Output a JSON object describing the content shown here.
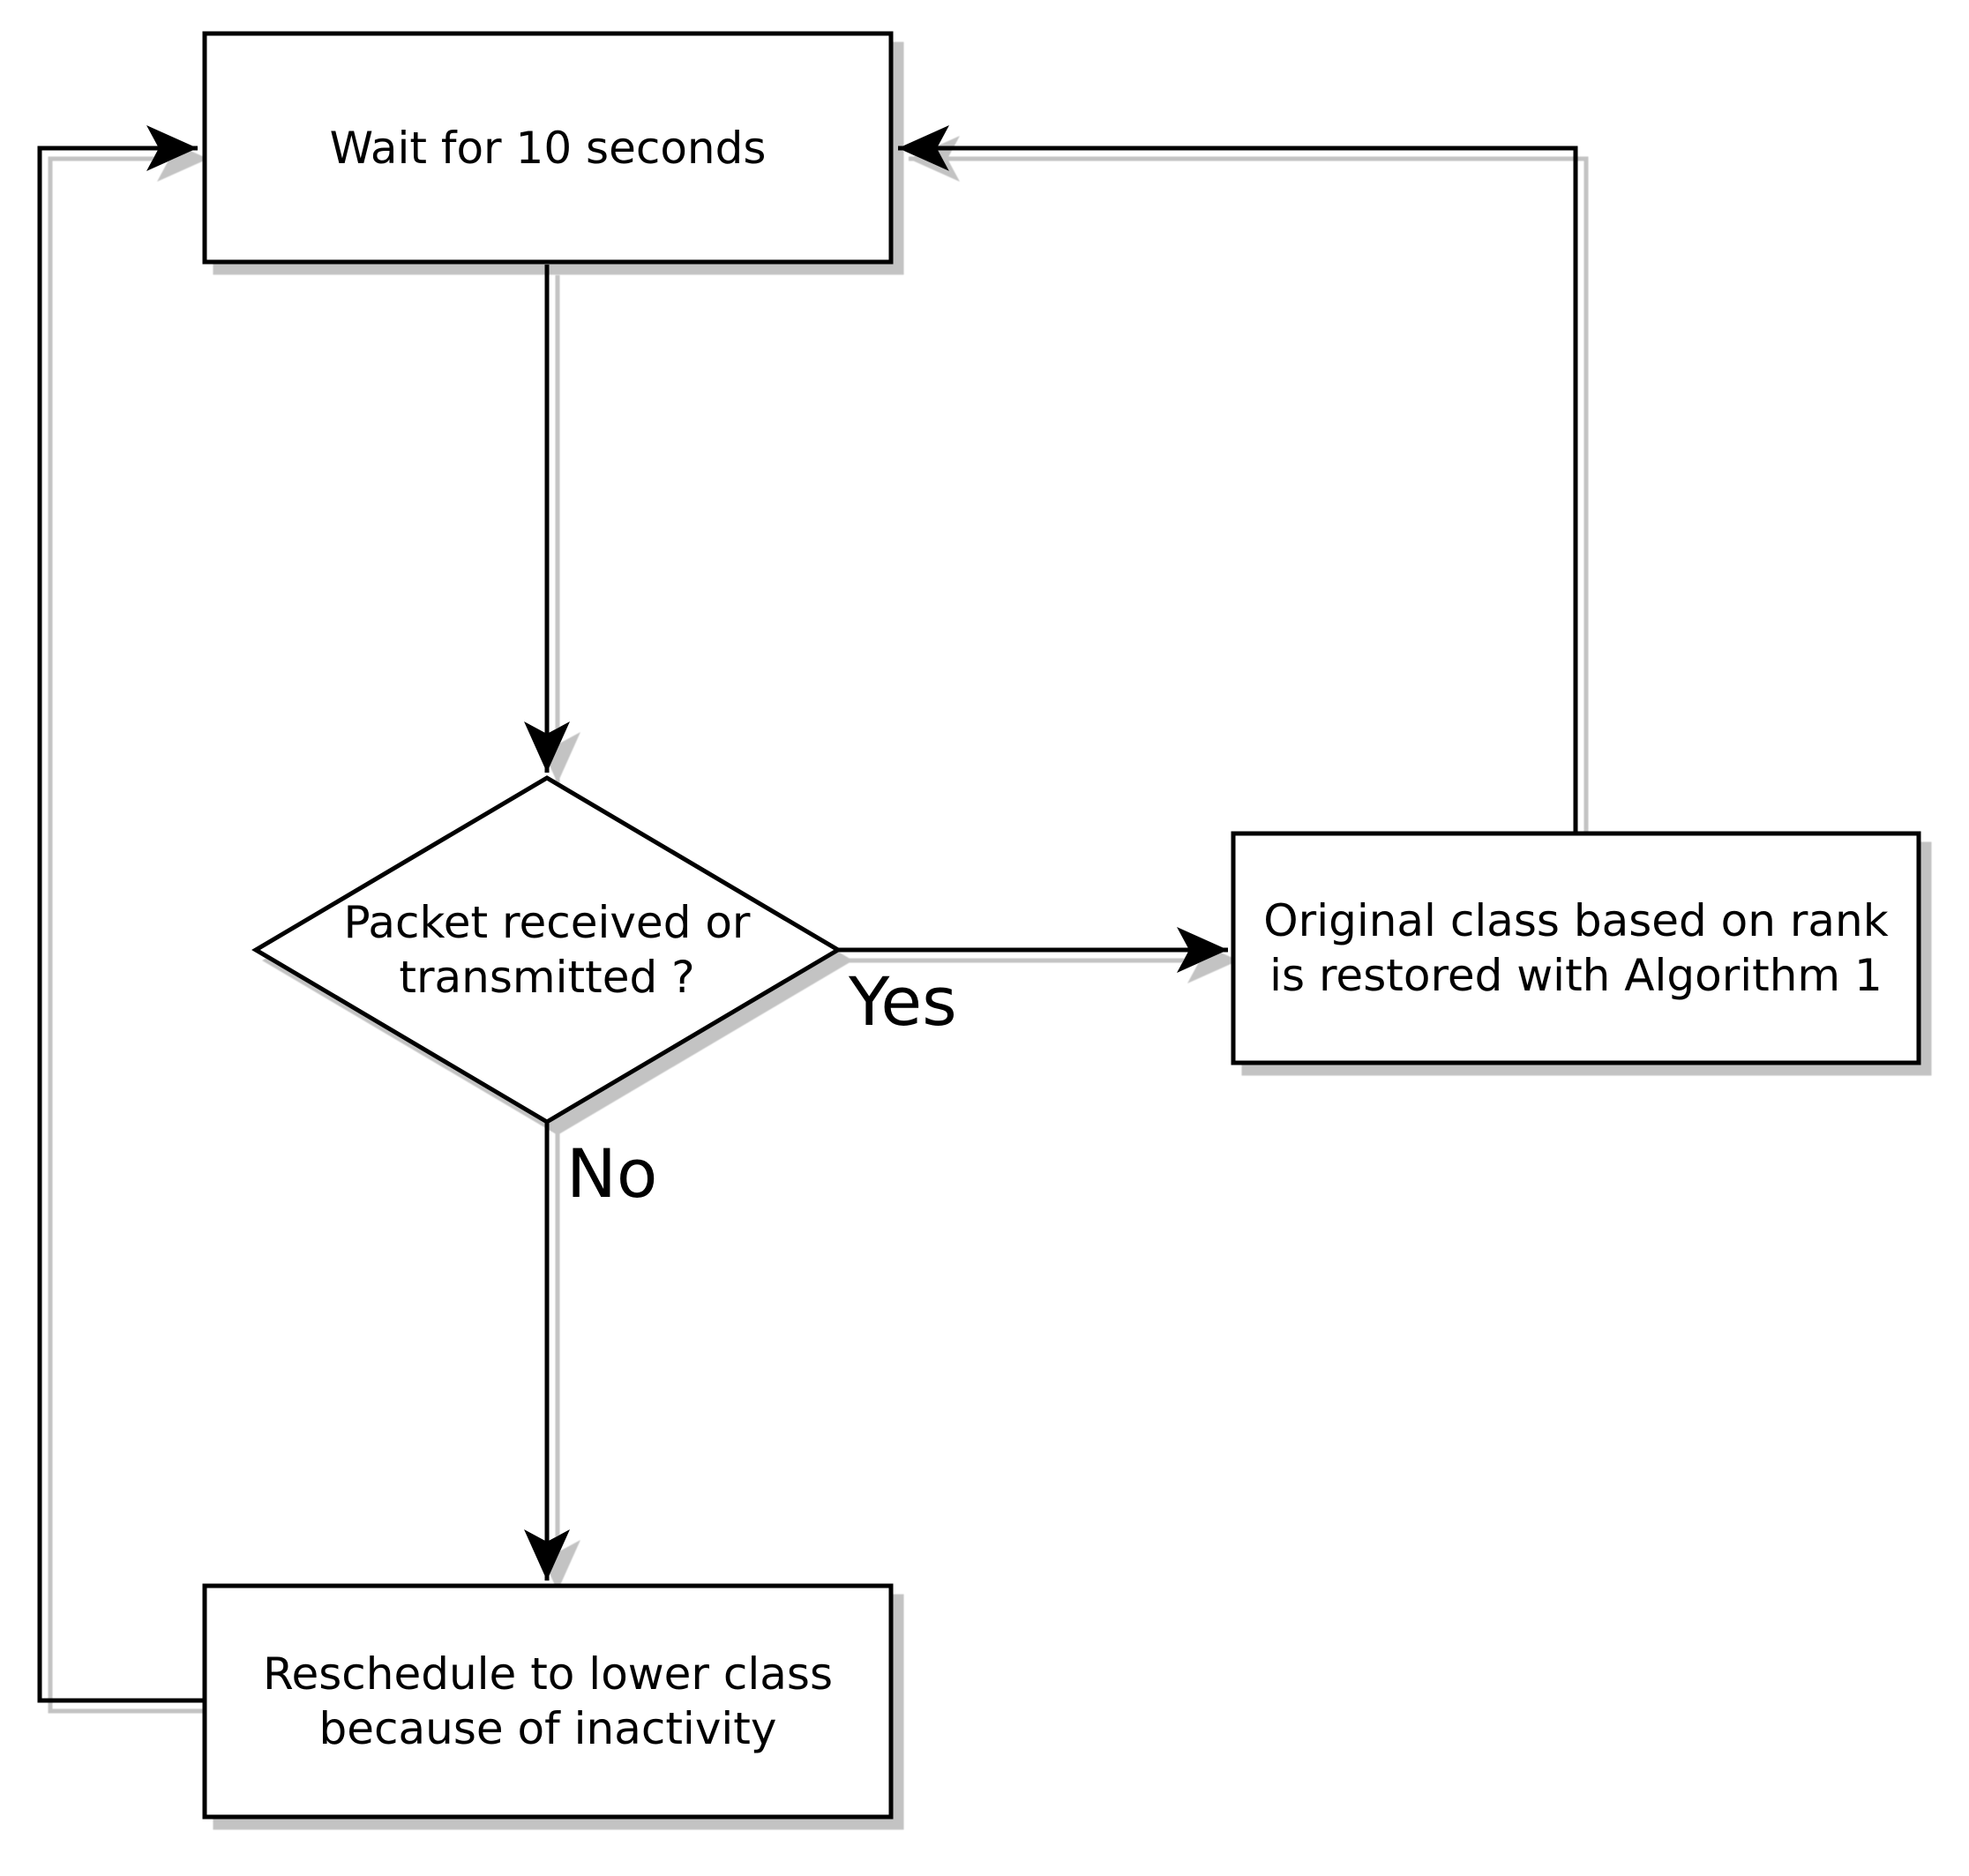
{
  "diagram": {
    "nodes": {
      "wait": {
        "lines": [
          "Wait for 10 seconds"
        ]
      },
      "decision": {
        "lines": [
          "Packet received or",
          "transmitted ?"
        ]
      },
      "restore": {
        "lines": [
          "Original class based on rank",
          "is restored with Algorithm 1"
        ]
      },
      "reschedule": {
        "lines": [
          "Reschedule to lower class",
          "because of inactivity"
        ]
      }
    },
    "edge_labels": {
      "yes": "Yes",
      "no": "No"
    },
    "colors": {
      "stroke": "#000000",
      "fill": "#ffffff",
      "shadow": "#c3c3c3",
      "background": "#ffffff"
    }
  }
}
